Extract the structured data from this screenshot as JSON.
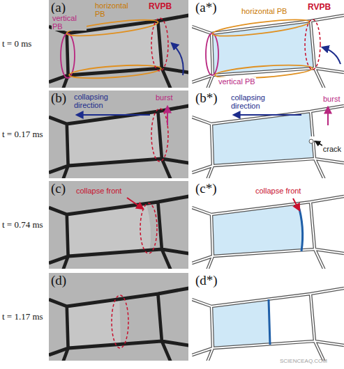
{
  "diagram": {
    "labels": [
      "(a)",
      "vertical PB",
      "horizontal PB",
      "RVPB",
      "(a*)",
      "horizontal PB",
      "RVPB",
      "vertical PB",
      "t = 0 ms",
      "(b)",
      "collapsing direction",
      "burst",
      "(b*)",
      "collapsing direction",
      "burst",
      "crack",
      "t = 0.17 ms",
      "(c)",
      "collapse front",
      "(c*)",
      "collapse front",
      "t = 0.74 ms",
      "(d)",
      "(d*)",
      "t = 1.17 ms",
      "SCIENCEAQ.COM"
    ]
  }
}
